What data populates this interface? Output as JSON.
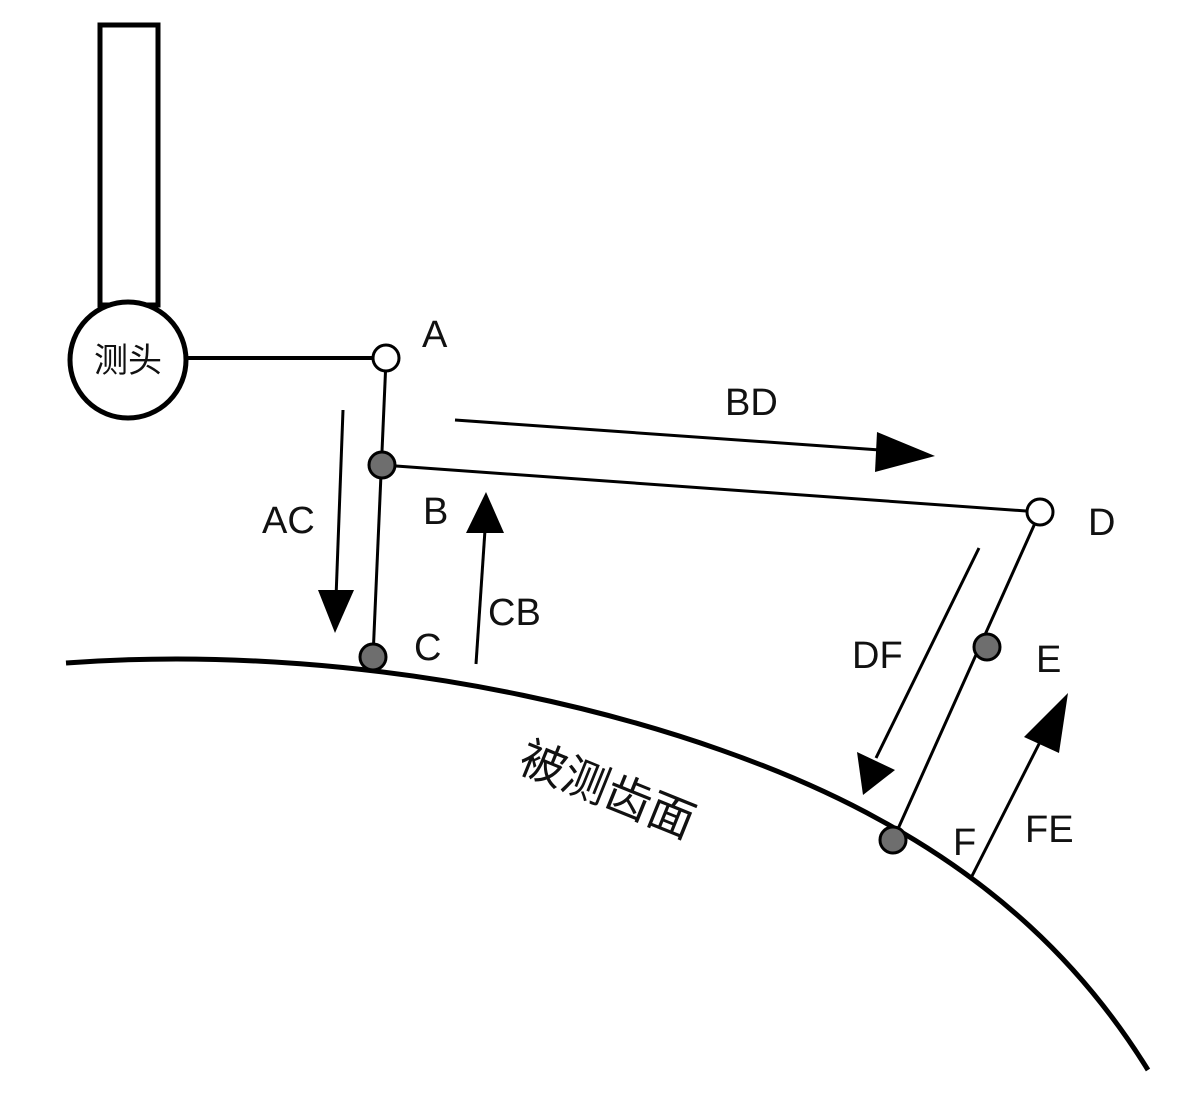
{
  "probe": {
    "label": "测头"
  },
  "surface": {
    "label": "被测齿面"
  },
  "points": {
    "A": "A",
    "B": "B",
    "C": "C",
    "D": "D",
    "E": "E",
    "F": "F"
  },
  "moves": {
    "AC": "AC",
    "CB": "CB",
    "BD": "BD",
    "DF": "DF",
    "FE": "FE"
  },
  "colors": {
    "stroke": "#000000",
    "open_point": "#ffffff",
    "contact_point": "#6e6e6e",
    "text": "#111111"
  }
}
